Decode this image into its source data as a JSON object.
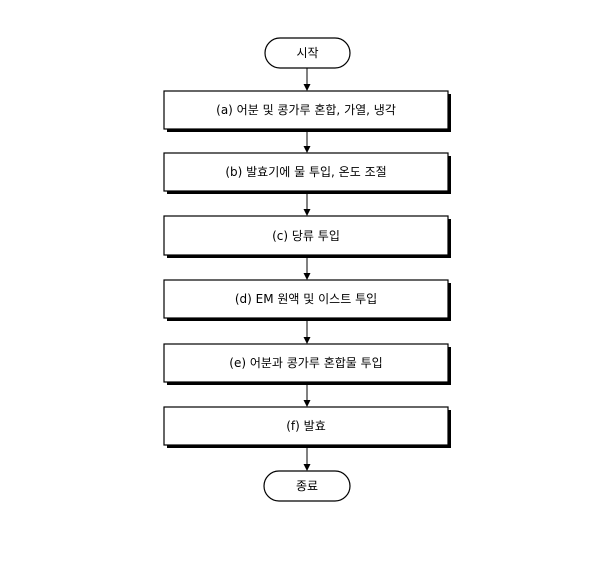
{
  "flowchart": {
    "start": {
      "label": "시작"
    },
    "steps": [
      {
        "id": "a",
        "label": "(a) 어분 및 콩가루 혼합, 가열, 냉각"
      },
      {
        "id": "b",
        "label": "(b) 발효기에 물 투입, 온도 조절"
      },
      {
        "id": "c",
        "label": "(c) 당류 투입"
      },
      {
        "id": "d",
        "label": "(d) EM 원액 및 이스트 투입"
      },
      {
        "id": "e",
        "label": "(e) 어분과 콩가루 혼합물 투입"
      },
      {
        "id": "f",
        "label": "(f) 발효"
      }
    ],
    "end": {
      "label": "종료"
    }
  }
}
